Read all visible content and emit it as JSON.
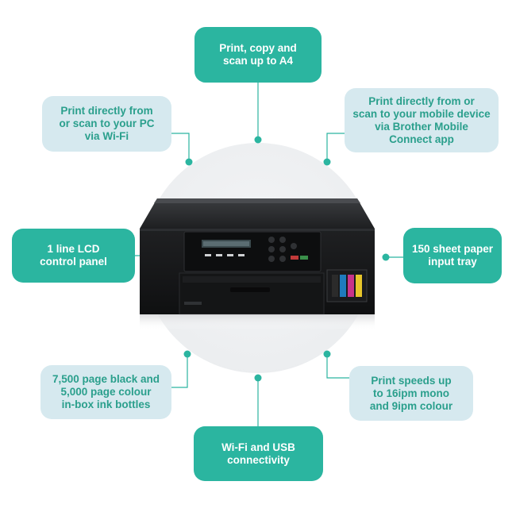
{
  "colors": {
    "teal": "#2bb5a0",
    "light_blue": "#d6e9ef",
    "light_text": "#2a9f8c",
    "connector": "#2bb5a0"
  },
  "callouts": {
    "top": "Print, copy and\nscan up to A4",
    "upper_left": "Print directly from\nor scan to your PC\nvia Wi-Fi",
    "upper_right": "Print directly from or\nscan to your mobile device\nvia Brother Mobile\nConnect app",
    "middle_left": "1 line LCD\ncontrol panel",
    "middle_right": "150 sheet paper\ninput tray",
    "lower_left": "7,500 page black and\n5,000 page colour\nin-box ink bottles",
    "lower_right": "Print speeds up\nto 16ipm mono\nand 9ipm colour",
    "bottom": "Wi-Fi and USB\nconnectivity"
  },
  "printer": {
    "image": "inkjet-printer-image"
  }
}
